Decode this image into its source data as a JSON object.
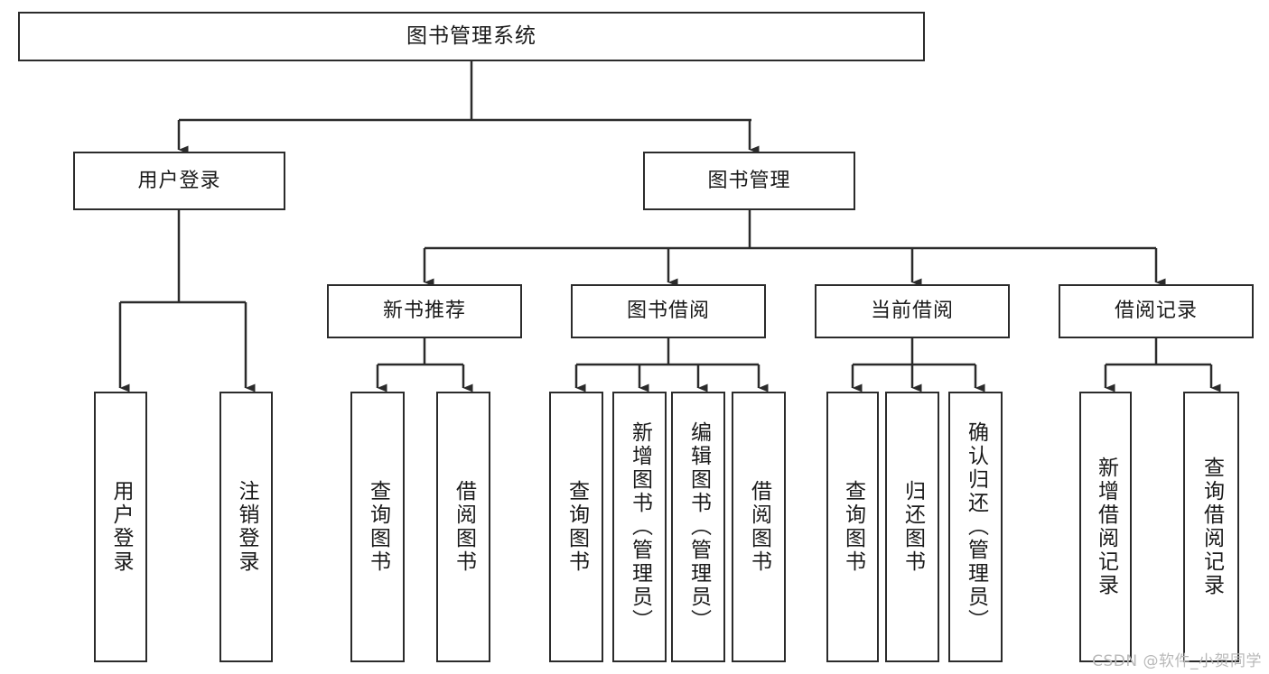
{
  "diagram": {
    "type": "tree-hierarchy-chart",
    "title": "图书管理系统",
    "colors": {
      "stroke": "#2b2b2b",
      "fill": "#ffffff",
      "text": "#1a1a1a",
      "watermark": "#b9b9b9"
    },
    "levels": {
      "root": {
        "label": "图书管理系统"
      },
      "level2": [
        {
          "label": "用户登录"
        },
        {
          "label": "图书管理"
        }
      ],
      "level3": [
        {
          "label": "新书推荐"
        },
        {
          "label": "图书借阅"
        },
        {
          "label": "当前借阅"
        },
        {
          "label": "借阅记录"
        }
      ],
      "leaves": [
        {
          "label": "用户登录",
          "parent": "用户登录"
        },
        {
          "label": "注销登录",
          "parent": "用户登录"
        },
        {
          "label": "查询图书",
          "parent": "新书推荐"
        },
        {
          "label": "借阅图书",
          "parent": "新书推荐"
        },
        {
          "label": "查询图书",
          "parent": "图书借阅"
        },
        {
          "label": "新增图书（管理员）",
          "parent": "图书借阅"
        },
        {
          "label": "编辑图书（管理员）",
          "parent": "图书借阅"
        },
        {
          "label": "借阅图书",
          "parent": "图书借阅"
        },
        {
          "label": "查询图书",
          "parent": "当前借阅"
        },
        {
          "label": "归还图书",
          "parent": "当前借阅"
        },
        {
          "label": "确认归还（管理员）",
          "parent": "当前借阅"
        },
        {
          "label": "新增借阅记录",
          "parent": "借阅记录"
        },
        {
          "label": "查询借阅记录",
          "parent": "借阅记录"
        }
      ]
    },
    "watermark": "CSDN @软件_小贺同学"
  }
}
